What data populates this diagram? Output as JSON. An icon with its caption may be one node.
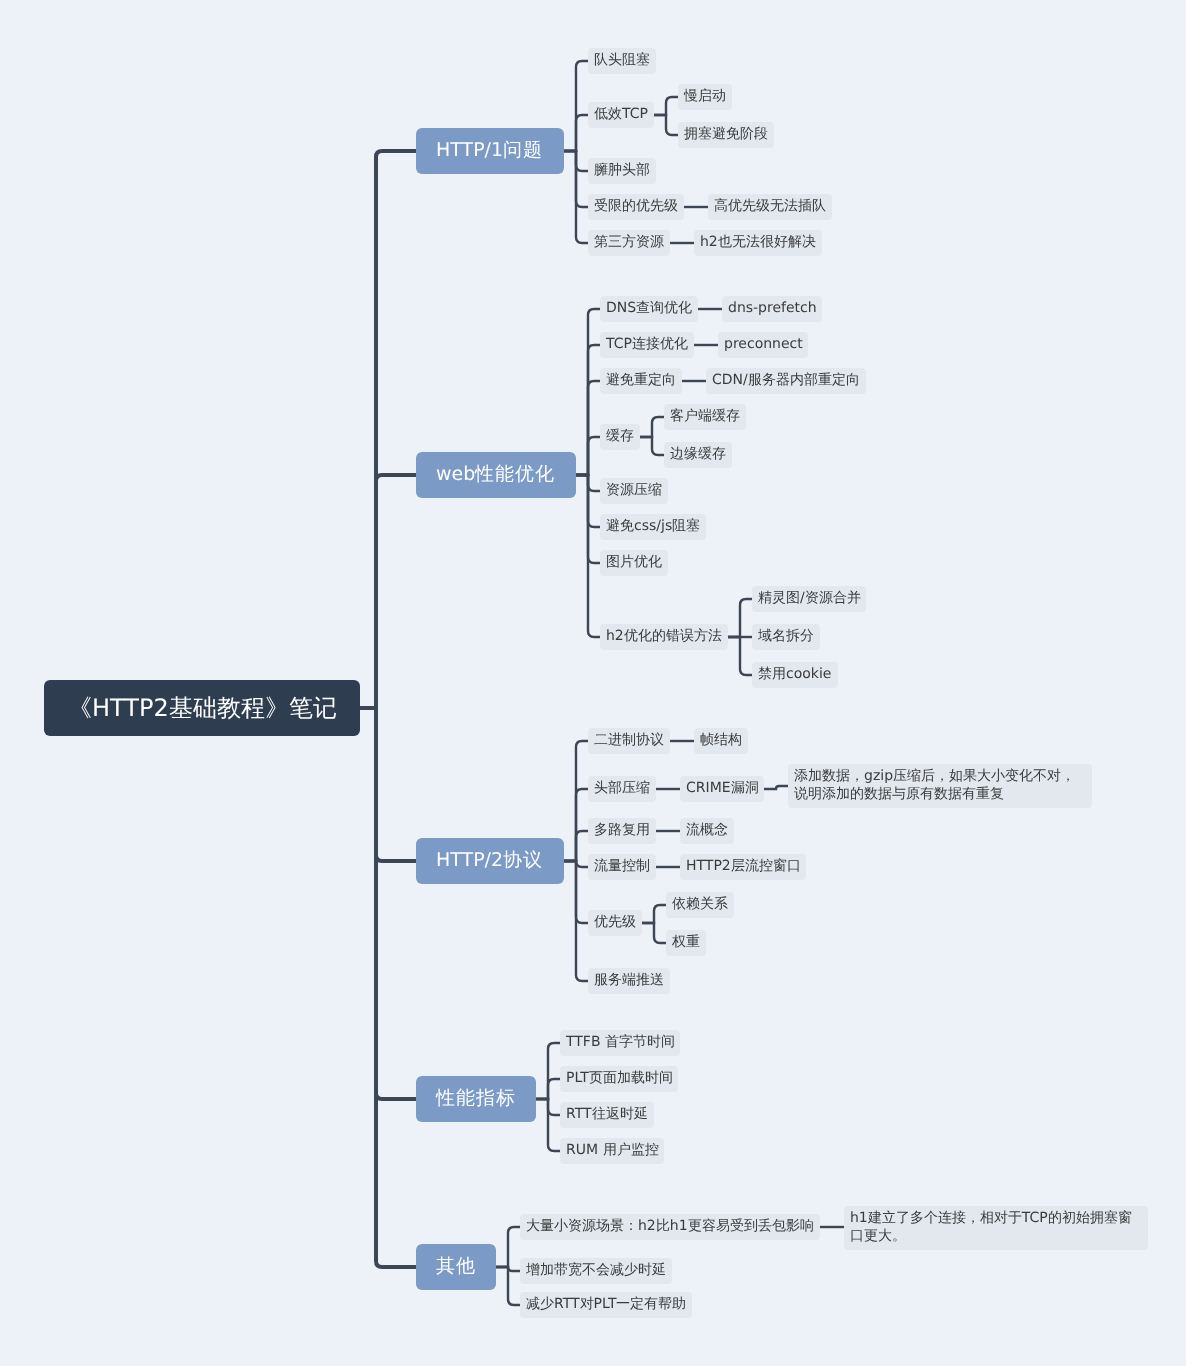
{
  "diagram": {
    "nodes": [
      {
        "text": [
          "《HTTP2基础教程》笔记"
        ]
      },
      {
        "text": [
          "HTTP/1问题"
        ]
      },
      {
        "text": [
          "队头阻塞"
        ]
      },
      {
        "text": [
          "低效TCP"
        ]
      },
      {
        "text": [
          "慢启动"
        ]
      },
      {
        "text": [
          "拥塞避免阶段"
        ]
      },
      {
        "text": [
          "臃肿头部"
        ]
      },
      {
        "text": [
          "受限的优先级"
        ]
      },
      {
        "text": [
          "高优先级无法插队"
        ]
      },
      {
        "text": [
          "第三方资源"
        ]
      },
      {
        "text": [
          "h2也无法很好解决"
        ]
      },
      {
        "text": [
          "web性能优化"
        ]
      },
      {
        "text": [
          "DNS查询优化"
        ]
      },
      {
        "text": [
          "dns-prefetch"
        ]
      },
      {
        "text": [
          "TCP连接优化"
        ]
      },
      {
        "text": [
          "preconnect"
        ]
      },
      {
        "text": [
          "避免重定向"
        ]
      },
      {
        "text": [
          "CDN/服务器内部重定向"
        ]
      },
      {
        "text": [
          "缓存"
        ]
      },
      {
        "text": [
          "客户端缓存"
        ]
      },
      {
        "text": [
          "边缘缓存"
        ]
      },
      {
        "text": [
          "资源压缩"
        ]
      },
      {
        "text": [
          "避免css/js阻塞"
        ]
      },
      {
        "text": [
          "图片优化"
        ]
      },
      {
        "text": [
          "h2优化的错误方法"
        ]
      },
      {
        "text": [
          "精灵图/资源合并"
        ]
      },
      {
        "text": [
          "域名拆分"
        ]
      },
      {
        "text": [
          "禁用cookie"
        ]
      },
      {
        "text": [
          "HTTP/2协议"
        ]
      },
      {
        "text": [
          "二进制协议"
        ]
      },
      {
        "text": [
          "帧结构"
        ]
      },
      {
        "text": [
          "头部压缩"
        ]
      },
      {
        "text": [
          "CRIME漏洞"
        ]
      },
      {
        "text": [
          "添加数据，gzip压缩后，如果大小变化不对，说明添加的数据与原有数据有重复"
        ]
      },
      {
        "text": [
          "多路复用"
        ]
      },
      {
        "text": [
          "流概念"
        ]
      },
      {
        "text": [
          "流量控制"
        ]
      },
      {
        "text": [
          "HTTP2层流控窗口"
        ]
      },
      {
        "text": [
          "优先级"
        ]
      },
      {
        "text": [
          "依赖关系"
        ]
      },
      {
        "text": [
          "权重"
        ]
      },
      {
        "text": [
          "服务端推送"
        ]
      },
      {
        "text": [
          "性能指标"
        ]
      },
      {
        "text": [
          "TTFB 首字节时间"
        ]
      },
      {
        "text": [
          "PLT页面加载时间"
        ]
      },
      {
        "text": [
          "RTT往返时延"
        ]
      },
      {
        "text": [
          "RUM 用户监控"
        ]
      },
      {
        "text": [
          "其他"
        ]
      },
      {
        "text": [
          "大量小资源场景：h2比h1更容易受到丢包影响"
        ]
      },
      {
        "text": [
          "h1建立了多个连接，相对于TCP的初始拥塞窗口更大。"
        ]
      },
      {
        "text": [
          "增加带宽不会减少时延"
        ]
      },
      {
        "text": [
          "减少RTT对PLT一定有帮助"
        ]
      }
    ],
    "edges": [
      {
        "from": 0,
        "to": 1,
        "arrow": "none"
      },
      {
        "from": 1,
        "to": 2,
        "arrow": "none"
      },
      {
        "from": 1,
        "to": 3,
        "arrow": "none"
      },
      {
        "from": 3,
        "to": 4,
        "arrow": "none"
      },
      {
        "from": 3,
        "to": 5,
        "arrow": "none"
      },
      {
        "from": 1,
        "to": 6,
        "arrow": "none"
      },
      {
        "from": 1,
        "to": 7,
        "arrow": "none"
      },
      {
        "from": 7,
        "to": 8,
        "arrow": "none"
      },
      {
        "from": 1,
        "to": 9,
        "arrow": "none"
      },
      {
        "from": 9,
        "to": 10,
        "arrow": "none"
      },
      {
        "from": 0,
        "to": 11,
        "arrow": "none"
      },
      {
        "from": 11,
        "to": 12,
        "arrow": "none"
      },
      {
        "from": 12,
        "to": 13,
        "arrow": "none"
      },
      {
        "from": 11,
        "to": 14,
        "arrow": "none"
      },
      {
        "from": 14,
        "to": 15,
        "arrow": "none"
      },
      {
        "from": 11,
        "to": 16,
        "arrow": "none"
      },
      {
        "from": 16,
        "to": 17,
        "arrow": "none"
      },
      {
        "from": 11,
        "to": 18,
        "arrow": "none"
      },
      {
        "from": 18,
        "to": 19,
        "arrow": "none"
      },
      {
        "from": 18,
        "to": 20,
        "arrow": "none"
      },
      {
        "from": 11,
        "to": 21,
        "arrow": "none"
      },
      {
        "from": 11,
        "to": 22,
        "arrow": "none"
      },
      {
        "from": 11,
        "to": 23,
        "arrow": "none"
      },
      {
        "from": 11,
        "to": 24,
        "arrow": "none"
      },
      {
        "from": 24,
        "to": 25,
        "arrow": "none"
      },
      {
        "from": 24,
        "to": 26,
        "arrow": "none"
      },
      {
        "from": 24,
        "to": 27,
        "arrow": "none"
      },
      {
        "from": 0,
        "to": 28,
        "arrow": "none"
      },
      {
        "from": 28,
        "to": 29,
        "arrow": "none"
      },
      {
        "from": 29,
        "to": 30,
        "arrow": "none"
      },
      {
        "from": 28,
        "to": 31,
        "arrow": "none"
      },
      {
        "from": 31,
        "to": 32,
        "arrow": "none"
      },
      {
        "from": 32,
        "to": 33,
        "arrow": "none"
      },
      {
        "from": 28,
        "to": 34,
        "arrow": "none"
      },
      {
        "from": 34,
        "to": 35,
        "arrow": "none"
      },
      {
        "from": 28,
        "to": 36,
        "arrow": "none"
      },
      {
        "from": 36,
        "to": 37,
        "arrow": "none"
      },
      {
        "from": 28,
        "to": 38,
        "arrow": "none"
      },
      {
        "from": 38,
        "to": 39,
        "arrow": "none"
      },
      {
        "from": 38,
        "to": 40,
        "arrow": "none"
      },
      {
        "from": 28,
        "to": 41,
        "arrow": "none"
      },
      {
        "from": 0,
        "to": 42,
        "arrow": "none"
      },
      {
        "from": 42,
        "to": 43,
        "arrow": "none"
      },
      {
        "from": 42,
        "to": 44,
        "arrow": "none"
      },
      {
        "from": 42,
        "to": 45,
        "arrow": "none"
      },
      {
        "from": 42,
        "to": 46,
        "arrow": "none"
      },
      {
        "from": 0,
        "to": 47,
        "arrow": "none"
      },
      {
        "from": 47,
        "to": 48,
        "arrow": "none"
      },
      {
        "from": 48,
        "to": 49,
        "arrow": "none"
      },
      {
        "from": 47,
        "to": 50,
        "arrow": "none"
      },
      {
        "from": 47,
        "to": 51,
        "arrow": "none"
      }
    ]
  }
}
